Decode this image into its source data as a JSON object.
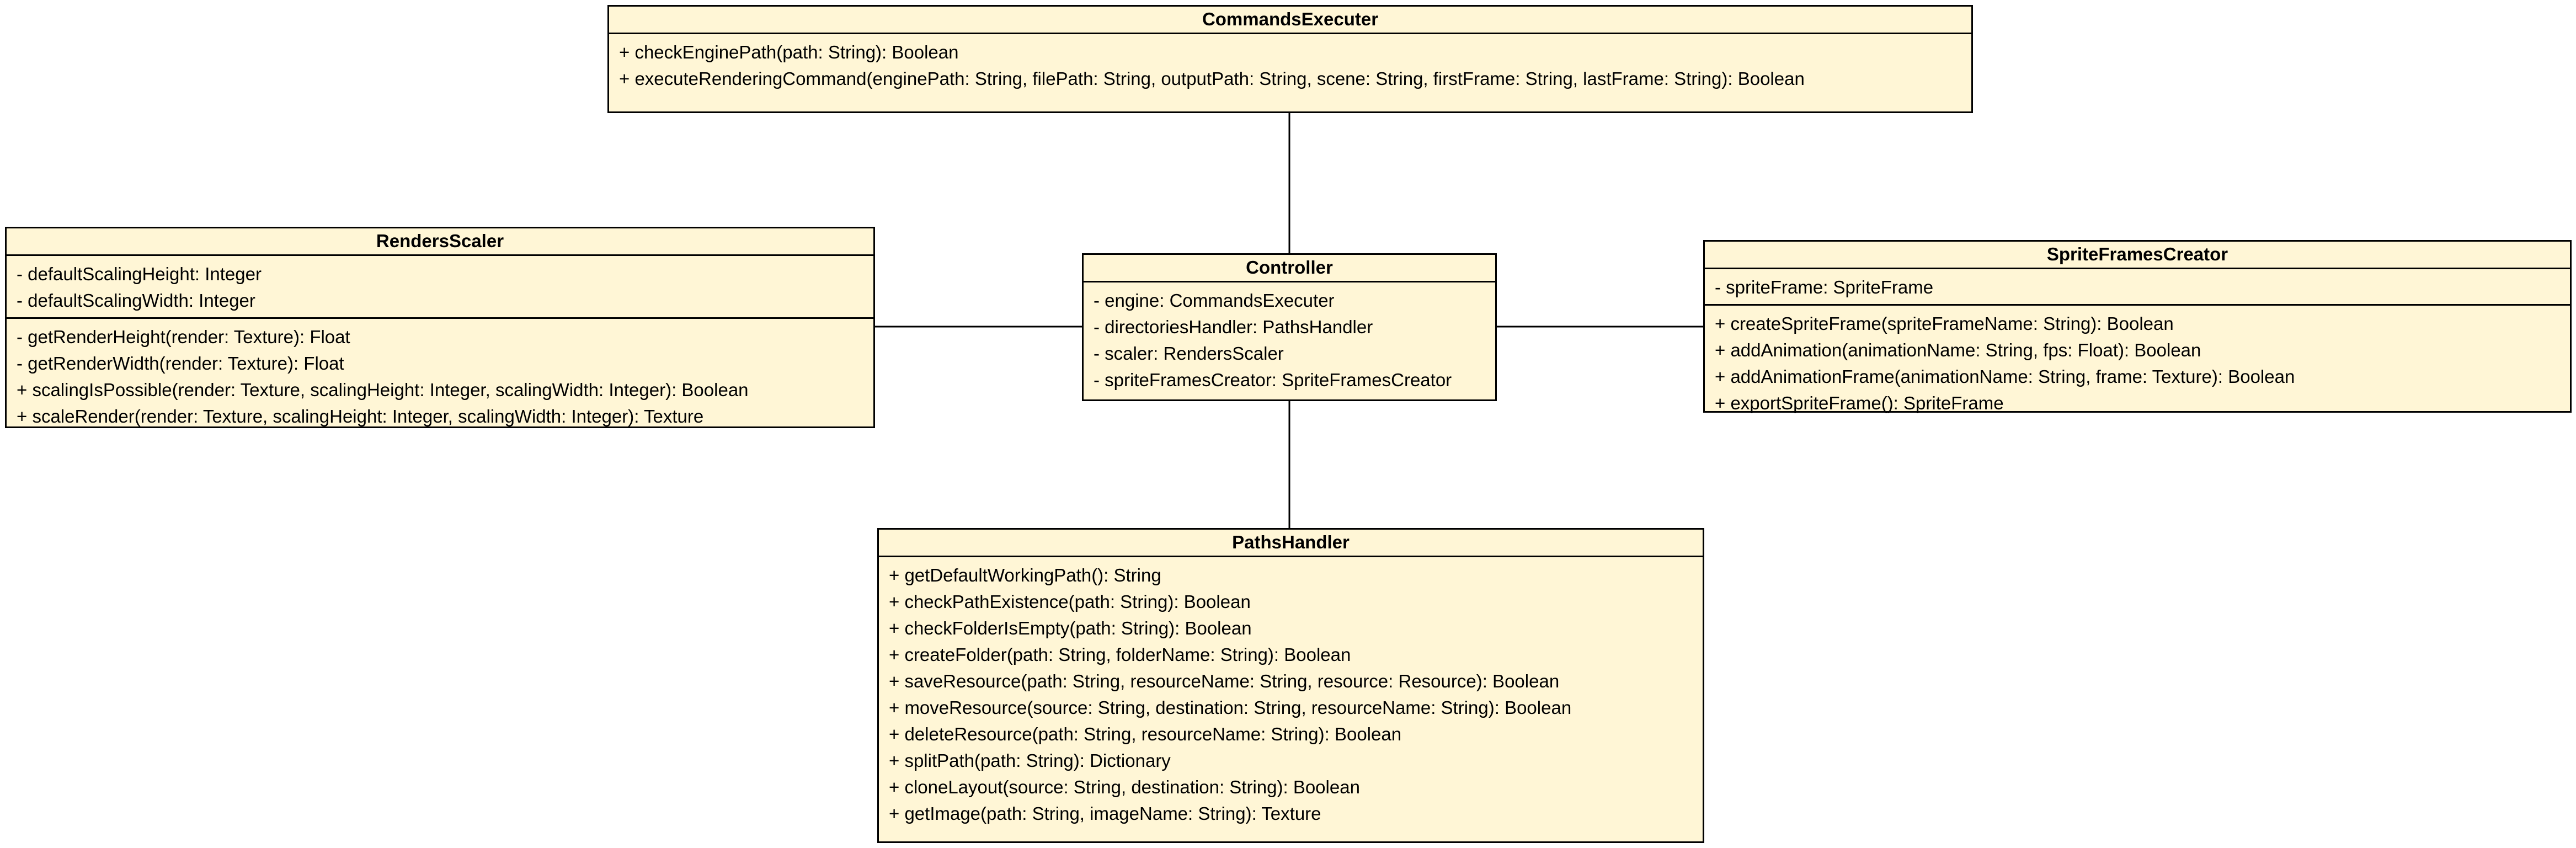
{
  "classes": {
    "commands_executer": {
      "name": "CommandsExecuter",
      "attributes": [],
      "methods": [
        "+ checkEnginePath(path: String): Boolean",
        "+ executeRenderingCommand(enginePath: String, filePath: String, outputPath: String, scene: String, firstFrame: String, lastFrame: String): Boolean"
      ]
    },
    "renders_scaler": {
      "name": "RendersScaler",
      "attributes": [
        "- defaultScalingHeight: Integer",
        "- defaultScalingWidth: Integer"
      ],
      "methods": [
        "- getRenderHeight(render: Texture): Float",
        "- getRenderWidth(render: Texture): Float",
        "+ scalingIsPossible(render: Texture, scalingHeight: Integer, scalingWidth: Integer): Boolean",
        "+ scaleRender(render: Texture, scalingHeight: Integer, scalingWidth: Integer): Texture"
      ]
    },
    "controller": {
      "name": "Controller",
      "attributes": [
        "- engine: CommandsExecuter",
        "- directoriesHandler: PathsHandler",
        "- scaler: RendersScaler",
        "- spriteFramesCreator: SpriteFramesCreator"
      ],
      "methods": []
    },
    "sprite_frames_creator": {
      "name": "SpriteFramesCreator",
      "attributes": [
        "- spriteFrame: SpriteFrame"
      ],
      "methods": [
        "+ createSpriteFrame(spriteFrameName: String): Boolean",
        "+ addAnimation(animationName: String, fps: Float): Boolean",
        "+ addAnimationFrame(animationName: String, frame: Texture): Boolean",
        "+ exportSpriteFrame(): SpriteFrame"
      ]
    },
    "paths_handler": {
      "name": "PathsHandler",
      "attributes": [],
      "methods": [
        "+ getDefaultWorkingPath(): String",
        "+ checkPathExistence(path: String): Boolean",
        "+ checkFolderIsEmpty(path: String): Boolean",
        "+ createFolder(path: String, folderName: String): Boolean",
        "+ saveResource(path: String, resourceName: String, resource: Resource): Boolean",
        "+ moveResource(source: String, destination: String, resourceName: String): Boolean",
        "+ deleteResource(path: String, resourceName: String): Boolean",
        "+ splitPath(path: String): Dictionary",
        "+ cloneLayout(source: String, destination: String): Boolean",
        "+ getImage(path: String, imageName: String): Texture"
      ]
    }
  },
  "colors": {
    "class_fill": "#FFF6D6",
    "border": "#000000"
  }
}
